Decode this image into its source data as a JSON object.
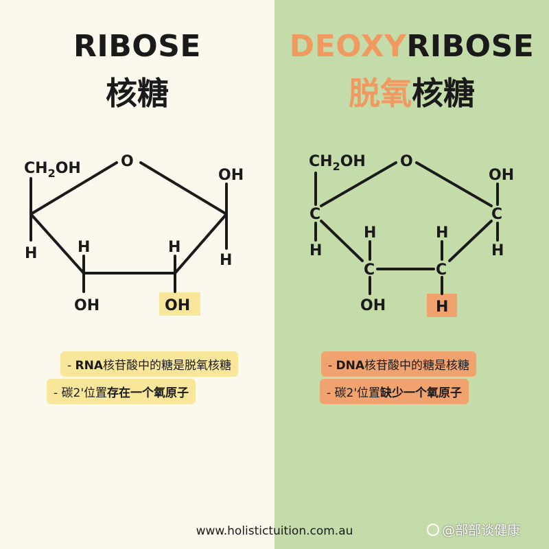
{
  "left": {
    "title_en": "RIBOSE",
    "title_zh": "核糖",
    "note1_lead": "- ",
    "note1_bold": "RNA",
    "note1_rest": "核苷酸中的糖是脱氧核糖",
    "note2_lead": "- 碳2'位置",
    "note2_bold": "存在一个氧原子",
    "structure": {
      "ch2oh_ch": "CH",
      "ch2oh_sub": "2",
      "ch2oh_oh": "OH",
      "ring_o": "O",
      "c1_oh": "OH",
      "c1_h": "H",
      "c4_h": "H",
      "c3_h": "H",
      "c2_h": "H",
      "c3_oh": "OH",
      "c2_oh": "OH"
    }
  },
  "right": {
    "title_en_accent": "DEOXY",
    "title_en_rest": "RIBOSE",
    "title_zh_accent": "脱氧",
    "title_zh_rest": "核糖",
    "note1_lead": "- ",
    "note1_bold": "DNA",
    "note1_rest": "核苷酸中的糖是核糖",
    "note2_lead": "- 碳2'位置",
    "note2_bold": "缺少一个氧原子",
    "structure": {
      "ch2oh_ch": "CH",
      "ch2oh_sub": "2",
      "ch2oh_oh": "OH",
      "ring_o": "O",
      "c1_oh": "OH",
      "c1_c": "C",
      "c1_h": "H",
      "c4_c": "C",
      "c4_h": "H",
      "c3_c": "C",
      "c3_h": "H",
      "c2_c": "C",
      "c2_h": "H",
      "c3_oh": "OH",
      "c2_h_highlight": "H"
    }
  },
  "footer": {
    "url": "www.holistictuition.com.au"
  },
  "watermark": {
    "text": "@部部谈健康"
  },
  "colors": {
    "left_bg": "#fbf8ee",
    "right_bg": "#c3dcaa",
    "accent_orange": "#f09a62",
    "highlight_yellow": "#f8e79a",
    "highlight_orange": "#f0a36e"
  }
}
